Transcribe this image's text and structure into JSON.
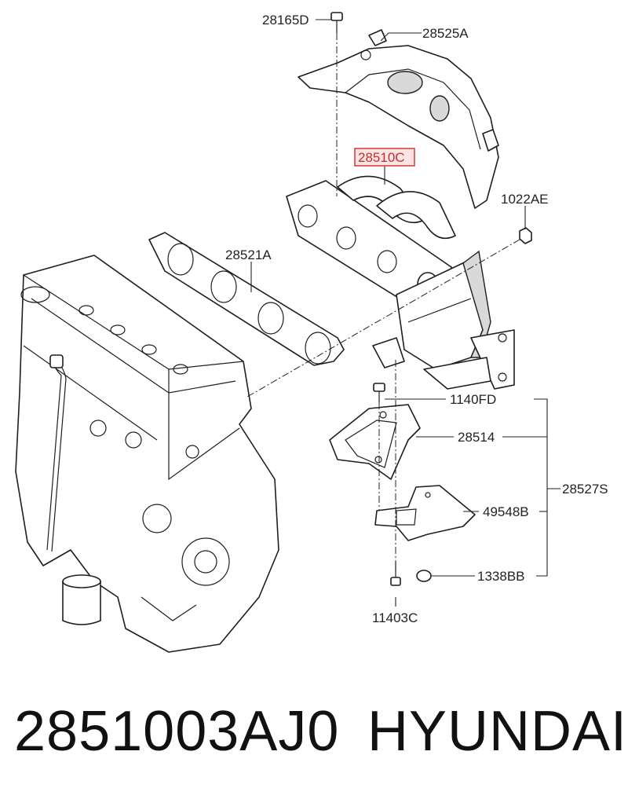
{
  "callouts": {
    "c28165D": "28165D",
    "c28525A": "28525A",
    "c28510C": "28510C",
    "c1022AE": "1022AE",
    "c28521A": "28521A",
    "c1140FD": "1140FD",
    "c28514": "28514",
    "c28527S": "28527S",
    "c49548B": "49548B",
    "c1338BB": "1338BB",
    "c11403C": "11403C"
  },
  "highlighted_callout": "28510C",
  "colors": {
    "highlight_border": "#d43a3a",
    "highlight_fill": "#fde3e3"
  },
  "footer": {
    "part_number": "2851003AJ0",
    "brand": "HYUNDAI"
  }
}
